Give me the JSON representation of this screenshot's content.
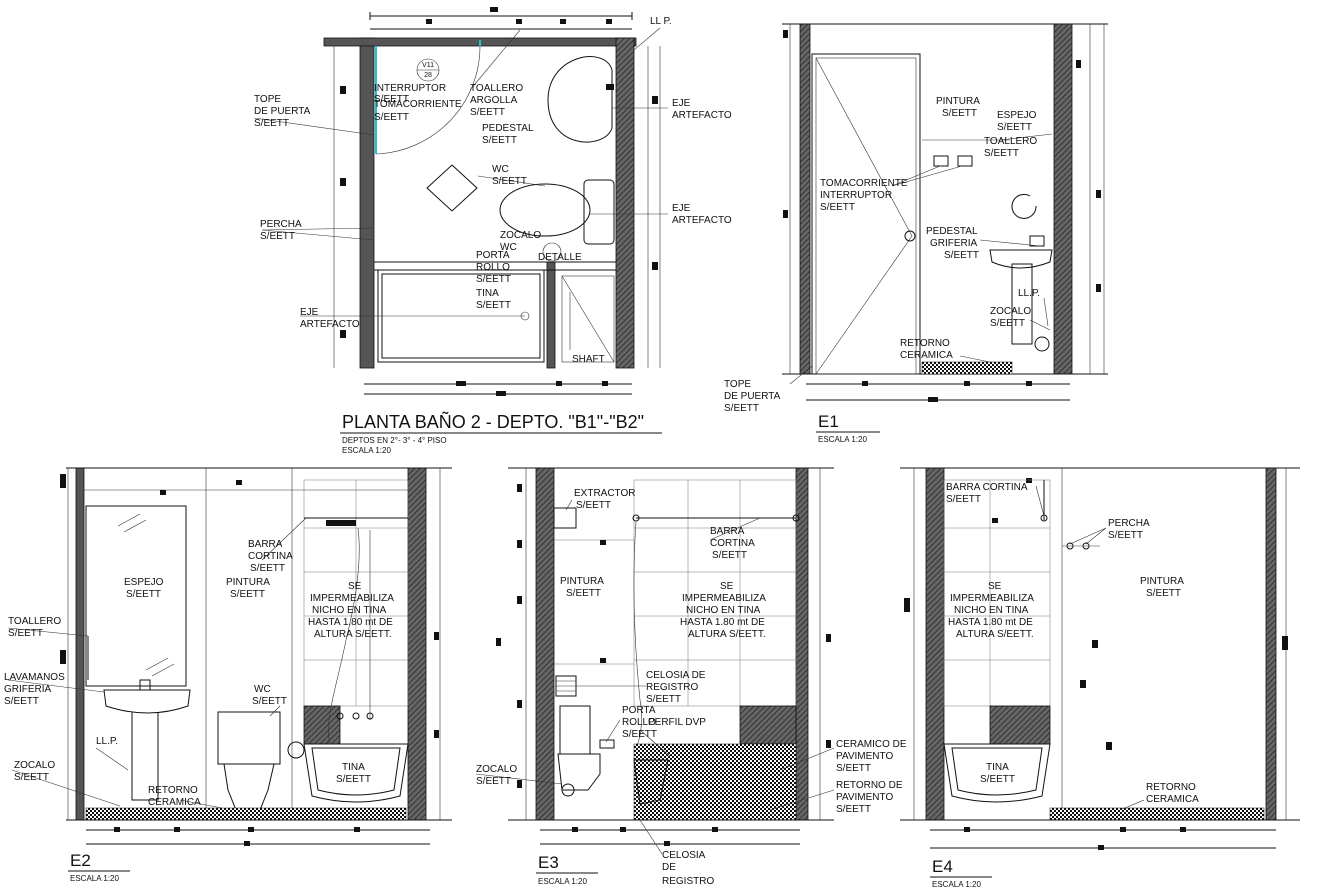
{
  "plan": {
    "title": "PLANTA BAÑO 2 - DEPTO. \"B1\"-\"B2\"",
    "note": "DEPTOS EN 2°- 3° - 4° PISO",
    "scale": "ESCALA 1:20",
    "tag_top": "V11",
    "tag_bottom": "28",
    "labels": {
      "llp": "LL P.",
      "tope1": "TOPE",
      "tope2": "DE PUERTA",
      "tope3": "S/EETT",
      "interruptor": "INTERRUPTOR",
      "seett_a": "S/EETT",
      "tomacorriente": "TOMACORRIENTE",
      "seett_b": "S/EETT",
      "toallero": "TOALLERO",
      "argolla": "ARGOLLA",
      "seett_c": "S/EETT",
      "pedestal": "PEDESTAL",
      "seett_d": "S/EETT",
      "eje1a": "EJE",
      "eje1b": "ARTEFACTO",
      "wc": "WC",
      "seett_e": "S/EETT",
      "eje2a": "EJE",
      "eje2b": "ARTEFACTO",
      "percha": "PERCHA",
      "seett_f": "S/EETT",
      "zocalo": "ZOCALO",
      "wc2": "WC",
      "detalle": "DETALLE",
      "porta": "PORTA",
      "rollo": "ROLLO",
      "seett_g": "S/EETT",
      "tina": "TINA",
      "seett_h": "S/EETT",
      "eje3a": "EJE",
      "eje3b": "ARTEFACTO",
      "shaft": "SHAFT"
    }
  },
  "e1": {
    "title": "E1",
    "scale": "ESCALA 1:20",
    "labels": {
      "pintura": "PINTURA",
      "seett_a": "S/EETT",
      "espejo": "ESPEJO",
      "seett_b": "S/EETT",
      "toallero": "TOALLERO",
      "seett_c": "S/EETT",
      "tomacorriente": "TOMACORRIENTE",
      "interruptor": "INTERRUPTOR",
      "seett_d": "S/EETT",
      "pedestal": "PEDESTAL",
      "griferia": "GRIFERIA",
      "seett_e": "S/EETT",
      "llp": "LL.P.",
      "zocalo": "ZOCALO",
      "seett_f": "S/EETT",
      "retorno": "RETORNO",
      "ceramica": "CERAMICA",
      "tope1": "TOPE",
      "tope2": "DE PUERTA",
      "tope3": "S/EETT"
    }
  },
  "e2": {
    "title": "E2",
    "scale": "ESCALA 1:20",
    "labels": {
      "espejo": "ESPEJO",
      "seett_a": "S/EETT",
      "barra": "BARRA",
      "cortina": "CORTINA",
      "seett_b": "S/EETT",
      "pintura": "PINTURA",
      "seett_c": "S/EETT",
      "se": "SE",
      "imper": "IMPERMEABILIZA",
      "nicho": "NICHO EN TINA",
      "hasta": "HASTA 1.80 mt DE",
      "altura": "ALTURA S/EETT.",
      "toallero": "TOALLERO",
      "seett_d": "S/EETT",
      "lavamanos": "LAVAMANOS",
      "griferia": "GRIFERIA",
      "seett_e": "S/EETT",
      "wc": "WC",
      "seett_f": "S/EETT",
      "llp": "LL.P.",
      "tina": "TINA",
      "seett_g": "S/EETT",
      "zocalo": "ZOCALO",
      "seett_h": "S/EETT",
      "retorno": "RETORNO",
      "ceramica": "CERAMICA"
    }
  },
  "e3": {
    "title": "E3",
    "scale": "ESCALA 1:20",
    "labels": {
      "extractor": "EXTRACTOR",
      "seett_a": "S/EETT",
      "barra": "BARRA",
      "cortina": "CORTINA",
      "seett_b": "S/EETT",
      "pintura": "PINTURA",
      "seett_c": "S/EETT",
      "se": "SE",
      "imper": "IMPERMEABILIZA",
      "nicho": "NICHO EN TINA",
      "hasta": "HASTA 1.80 mt DE",
      "altura": "ALTURA S/EETT.",
      "celosia1": "CELOSIA DE",
      "registro1": "REGISTRO",
      "seett_d": "S/EETT",
      "porta": "PORTA",
      "rollo": "ROLLO",
      "perfil": "PERFIL DVP",
      "seett_e": "S/EETT",
      "ceramico": "CERAMICO DE",
      "pavimento1": "PAVIMENTO",
      "seett_f": "S/EETT",
      "retorno": "RETORNO DE",
      "pavimento2": "PAVIMENTO",
      "seett_g": "S/EETT",
      "zocalo": "ZOCALO",
      "seett_h": "S/EETT",
      "celosia2": "CELOSIA",
      "de": "DE",
      "registro2": "REGISTRO"
    }
  },
  "e4": {
    "title": "E4",
    "scale": "ESCALA 1:20",
    "labels": {
      "barra": "BARRA CORTINA",
      "seett_a": "S/EETT",
      "percha": "PERCHA",
      "seett_b": "S/EETT",
      "se": "SE",
      "imper": "IMPERMEABILIZA",
      "nicho": "NICHO EN TINA",
      "hasta": "HASTA 1.80 mt DE",
      "altura": "ALTURA S/EETT.",
      "pintura": "PINTURA",
      "seett_c": "S/EETT",
      "tina": "TINA",
      "seett_d": "S/EETT",
      "retorno": "RETORNO",
      "ceramica": "CERAMICA"
    }
  },
  "colors": {
    "line": "#111111",
    "door_cyan": "#19c6d6",
    "wall_fill": "#555555"
  }
}
